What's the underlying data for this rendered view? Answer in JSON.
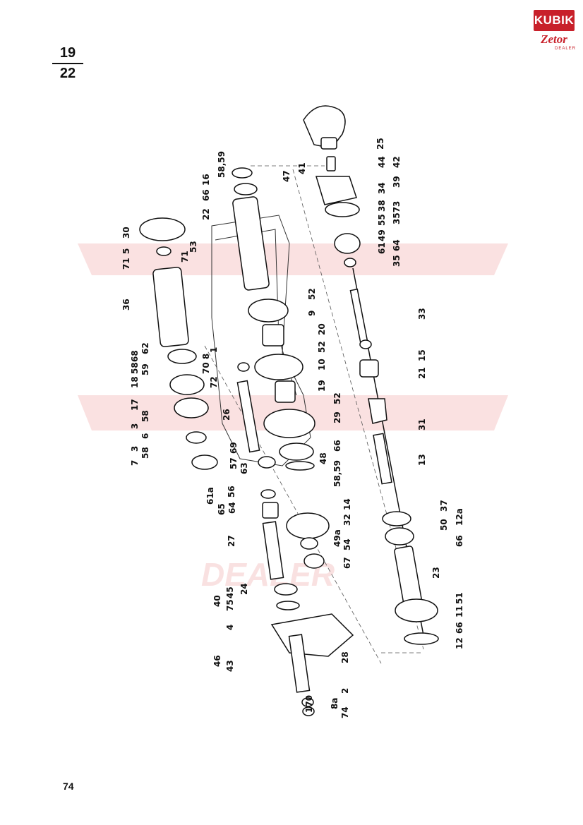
{
  "header": {
    "fraction_top": "19",
    "fraction_bottom": "22"
  },
  "logo": {
    "brand": "KUBIK",
    "product": "Zetor",
    "sub": "DEALER"
  },
  "watermark": {
    "text": "DEALER"
  },
  "footer": {
    "page_number": "74"
  },
  "callouts": [
    "25",
    "42",
    "44",
    "39",
    "34",
    "38",
    "3573",
    "55",
    "49",
    "64",
    "61",
    "35",
    "47",
    "41",
    "58,59",
    "16",
    "66",
    "22",
    "53",
    "30",
    "5",
    "71",
    "71",
    "36",
    "52",
    "9",
    "20",
    "52",
    "62",
    "68",
    "58",
    "59",
    "1",
    "70 8",
    "72",
    "10",
    "18",
    "17",
    "58",
    "19",
    "3",
    "6",
    "52",
    "29",
    "26",
    "3",
    "58",
    "7",
    "66",
    "48",
    "58,59",
    "69",
    "57",
    "63",
    "33",
    "15",
    "21",
    "31",
    "13",
    "56",
    "61a",
    "65",
    "64",
    "14",
    "32",
    "49a",
    "54",
    "67",
    "27",
    "24",
    "45",
    "40",
    "75",
    "4",
    "46",
    "43",
    "28",
    "2",
    "170",
    "8a",
    "74",
    "37",
    "12a",
    "50",
    "66",
    "23",
    "51",
    "11",
    "66",
    "12"
  ],
  "colors": {
    "ink": "#111111",
    "watermark": "#f7d7d7",
    "brand_red": "#c8202a"
  }
}
